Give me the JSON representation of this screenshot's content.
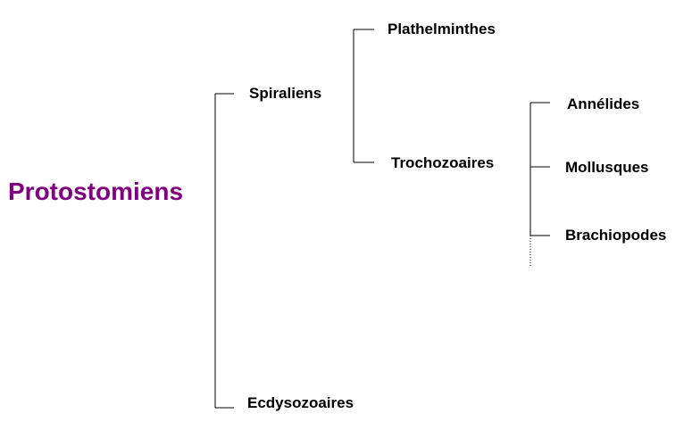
{
  "root": {
    "label": "Protostomiens",
    "color": "#800080"
  },
  "nodes": {
    "spiraliens": "Spiraliens",
    "ecdysozoaires": "Ecdysozoaires",
    "plathelminthes": "Plathelminthes",
    "trochozoaires": "Trochozoaires",
    "annelides": "Annélides",
    "mollusques": "Mollusques",
    "brachiopodes": "Brachiopodes"
  },
  "colors": {
    "line": "#000000",
    "text": "#000000"
  }
}
